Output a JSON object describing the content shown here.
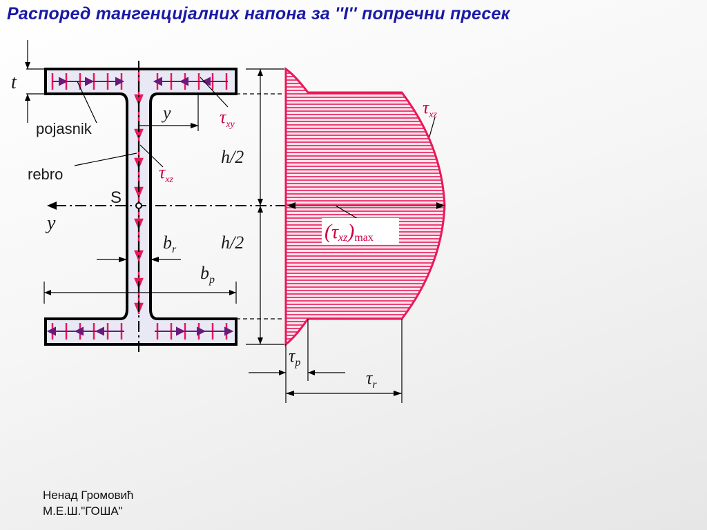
{
  "title": "Распоред тангенцијалних напона за ''I'' попречни пресек",
  "labels": {
    "t": "t",
    "pojasnik": "pojasnik",
    "rebro": "rebro",
    "S": "S",
    "y_top": "y",
    "y_axis": "y",
    "tau_xy": "τ",
    "tau_xy_sub": "xy",
    "tau_xz": "τ",
    "tau_xz_sub": "xz",
    "tau_xz_right": "τ",
    "tau_xz_right_sub": "xz",
    "h_half_top": "h/2",
    "h_half_bottom": "h/2",
    "b_r": "b",
    "b_r_sub": "r",
    "b_p": "b",
    "b_p_sub": "p",
    "tau_max_open": "(",
    "tau_max_tau": "τ",
    "tau_max_sub": "xz",
    "tau_max_close": ")",
    "tau_max_max": "max",
    "tau_p": "τ",
    "tau_p_sub": "p",
    "tau_r": "τ",
    "tau_r_sub": "r"
  },
  "footer": {
    "author": "Ненад Громовић",
    "school": "М.Е.Ш.\"ГОША\""
  },
  "colors": {
    "title": "#1a1aa6",
    "stress": "#e8195a",
    "stress_fill": "#ffd6e2",
    "section_fill": "#e8e8f4",
    "flange_arrow": "#6a1a7a"
  }
}
